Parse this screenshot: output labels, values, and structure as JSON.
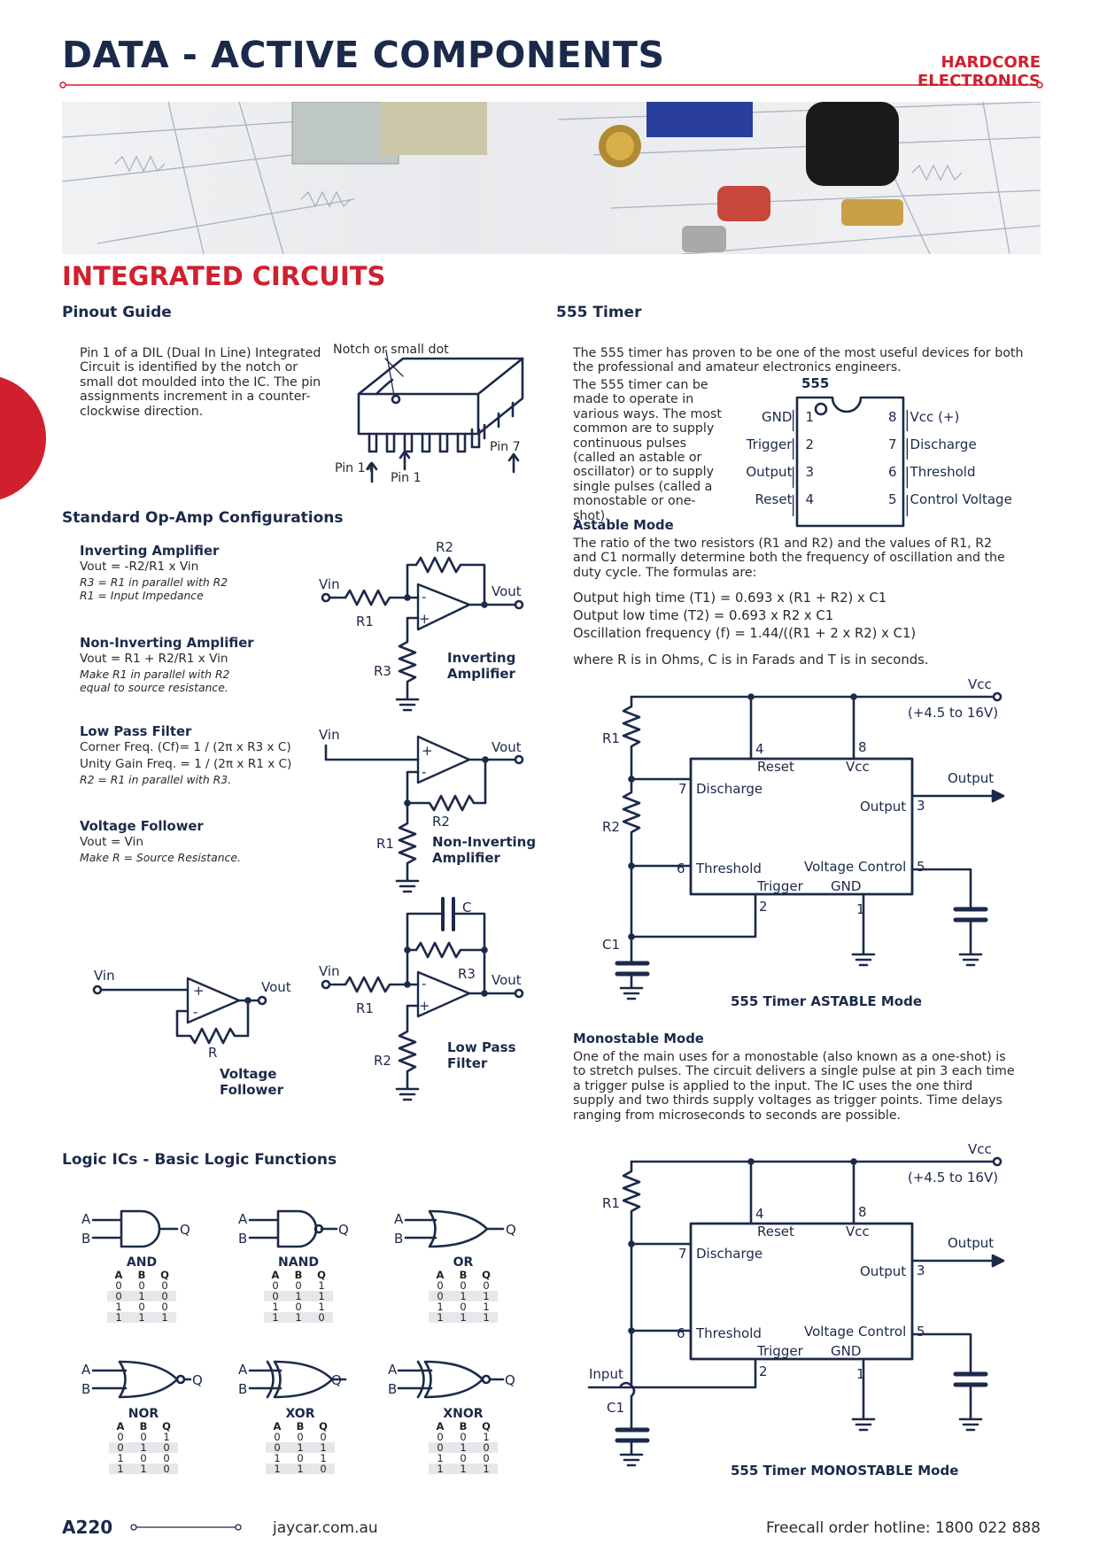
{
  "header": {
    "title": "DATA - ACTIVE COMPONENTS",
    "brand": "HARDCORE ELECTRONICS"
  },
  "section_title": "INTEGRATED CIRCUITS",
  "pinout": {
    "heading": "Pinout Guide",
    "text": "Pin 1 of a DIL (Dual In Line) Integrated Circuit  is identified by the notch or small dot moulded into the IC. The pin assignments increment in a counter-clockwise direction.",
    "notch_label": "Notch or small dot",
    "pin14": "Pin 14",
    "pin1": "Pin 1",
    "pin7": "Pin 7"
  },
  "timer": {
    "heading": "555 Timer",
    "intro": "The 555 timer has proven to be one of the most useful devices for both the professional and amateur electronics engineers.",
    "intro2": "The 555 timer can be made to operate in various ways. The most common are to supply continuous pulses (called an astable or oscillator) or to supply single pulses (called a monostable or one-shot).",
    "chip_label": "555",
    "left_pins": [
      {
        "name": "GND",
        "num": "1"
      },
      {
        "name": "Trigger",
        "num": "2"
      },
      {
        "name": "Output",
        "num": "3"
      },
      {
        "name": "Reset",
        "num": "4"
      }
    ],
    "right_pins": [
      {
        "name": "Vcc (+)",
        "num": "8"
      },
      {
        "name": "Discharge",
        "num": "7"
      },
      {
        "name": "Threshold",
        "num": "6"
      },
      {
        "name": "Control Voltage",
        "num": "5"
      }
    ],
    "astable_heading": "Astable Mode",
    "astable_text": "The ratio of the two resistors (R1 and R2) and the values of R1, R2 and C1 normally determine both the frequency of oscillation and the duty cycle. The formulas are:",
    "formula1": "Output high time (T1) = 0.693 x (R1 + R2) x C1",
    "formula2": "Output low time (T2) = 0.693 x R2 x C1",
    "formula3": "Oscillation frequency (f) = 1.44/((R1 + 2 x R2) x C1)",
    "units_note": "where R is in Ohms, C is in Farads and T is in seconds.",
    "monostable_heading": "Monostable Mode",
    "monostable_text": "One of the main uses for a monostable (also known as a one-shot) is to stretch pulses. The circuit delivers a single pulse at pin 3 each time a trigger pulse is applied to the input. The IC uses the one third supply and two thirds supply voltages as trigger points. Time delays ranging from microseconds to seconds are possible."
  },
  "circuit_labels": {
    "vcc": "Vcc",
    "vcc_range": "(+4.5 to 16V)",
    "r1": "R1",
    "r2": "R2",
    "c1": "C1",
    "reset": "Reset",
    "vcc_pin": "Vcc",
    "discharge": "Discharge",
    "output_pin": "Output",
    "threshold": "Threshold",
    "voltage_control": "Voltage Control",
    "trigger": "Trigger",
    "gnd": "GND",
    "output": "Output",
    "input": "Input",
    "n4": "4",
    "n8": "8",
    "n7": "7",
    "n3": "3",
    "n6": "6",
    "n5": "5",
    "n2": "2",
    "n1": "1",
    "astable_caption": "555 Timer ASTABLE Mode",
    "monostable_caption": "555 Timer MONOSTABLE Mode"
  },
  "opamp": {
    "heading": "Standard Op-Amp Configurations",
    "inverting_title": "Inverting Amplifier",
    "inverting_f": "Vout = -R2/R1 x Vin",
    "inverting_n1": "R3 = R1 in parallel with R2",
    "inverting_n2": "R1 = Input Impedance",
    "noninv_title": "Non-Inverting Amplifier",
    "noninv_f": "Vout = R1 + R2/R1 x Vin",
    "noninv_n1": "Make R1 in parallel with R2",
    "noninv_n2": "equal to source resistance.",
    "lpf_title": "Low Pass Filter",
    "lpf_f1": "Corner Freq. (Cf)= 1 / (2π x R3 x C)",
    "lpf_f2": "Unity Gain Freq. = 1 / (2π x R1 x C)",
    "lpf_n": "R2 = R1 in parallel with R3.",
    "vf_title": "Voltage Follower",
    "vf_f": "Vout = Vin",
    "vf_n": "Make R = Source Resistance.",
    "vin": "Vin",
    "vout": "Vout",
    "r1": "R1",
    "r2": "R2",
    "r3": "R3",
    "r": "R",
    "c": "C",
    "plus": "+",
    "minus": "-",
    "cap_inverting": [
      "Inverting",
      "Amplifier"
    ],
    "cap_noninv": [
      "Non-Inverting",
      "Amplifier"
    ],
    "cap_lpf": [
      "Low Pass",
      "Filter"
    ],
    "cap_vf": [
      "Voltage",
      "Follower"
    ]
  },
  "logic": {
    "heading": "Logic ICs - Basic Logic Functions",
    "a": "A",
    "b": "B",
    "q": "Q",
    "gates": [
      {
        "name": "AND",
        "rows": [
          [
            "0",
            "0",
            "0"
          ],
          [
            "0",
            "1",
            "0"
          ],
          [
            "1",
            "0",
            "0"
          ],
          [
            "1",
            "1",
            "1"
          ]
        ]
      },
      {
        "name": "NAND",
        "rows": [
          [
            "0",
            "0",
            "1"
          ],
          [
            "0",
            "1",
            "1"
          ],
          [
            "1",
            "0",
            "1"
          ],
          [
            "1",
            "1",
            "0"
          ]
        ]
      },
      {
        "name": "OR",
        "rows": [
          [
            "0",
            "0",
            "0"
          ],
          [
            "0",
            "1",
            "1"
          ],
          [
            "1",
            "0",
            "1"
          ],
          [
            "1",
            "1",
            "1"
          ]
        ]
      },
      {
        "name": "NOR",
        "rows": [
          [
            "0",
            "0",
            "1"
          ],
          [
            "0",
            "1",
            "0"
          ],
          [
            "1",
            "0",
            "0"
          ],
          [
            "1",
            "1",
            "0"
          ]
        ]
      },
      {
        "name": "XOR",
        "rows": [
          [
            "0",
            "0",
            "0"
          ],
          [
            "0",
            "1",
            "1"
          ],
          [
            "1",
            "0",
            "1"
          ],
          [
            "1",
            "1",
            "0"
          ]
        ]
      },
      {
        "name": "XNOR",
        "rows": [
          [
            "0",
            "0",
            "1"
          ],
          [
            "0",
            "1",
            "0"
          ],
          [
            "1",
            "0",
            "0"
          ],
          [
            "1",
            "1",
            "1"
          ]
        ]
      }
    ]
  },
  "footer": {
    "page": "A220",
    "site": "jaycar.com.au",
    "hotline": "Freecall order hotline: 1800 022 888"
  },
  "colors": {
    "navy": "#1b2a4a",
    "red": "#d0202e"
  }
}
